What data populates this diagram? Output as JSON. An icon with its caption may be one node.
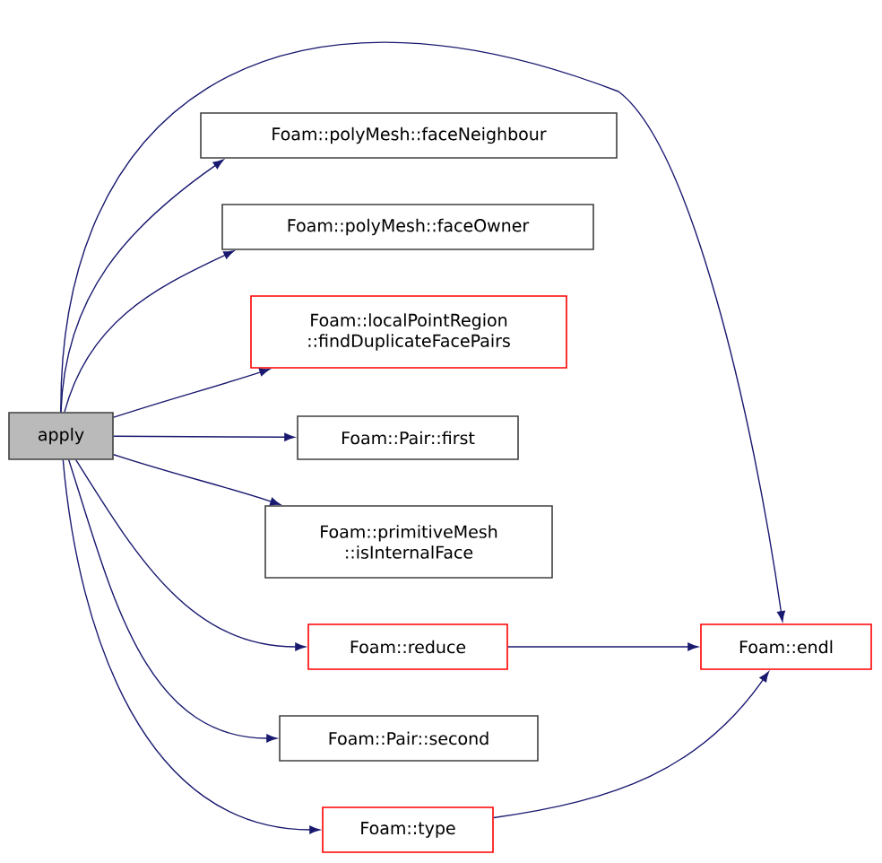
{
  "diagram": {
    "nodes": [
      {
        "text": [
          "apply"
        ]
      },
      {
        "text": [
          "Foam::polyMesh::faceNeighbour"
        ]
      },
      {
        "text": [
          "Foam::polyMesh::faceOwner"
        ]
      },
      {
        "text": [
          "Foam::localPointRegion ::findDuplicateFacePairs"
        ]
      },
      {
        "text": [
          "Foam::Pair::first"
        ]
      },
      {
        "text": [
          "Foam::primitiveMesh ::isInternalFace"
        ]
      },
      {
        "text": [
          "Foam::reduce"
        ]
      },
      {
        "text": [
          "Foam::Pair::second"
        ]
      },
      {
        "text": [
          "Foam::type"
        ]
      },
      {
        "text": [
          "Foam::endl"
        ]
      }
    ],
    "edges": [
      {
        "from": 0,
        "to": 1,
        "arrow": "to"
      },
      {
        "from": 0,
        "to": 2,
        "arrow": "to"
      },
      {
        "from": 0,
        "to": 3,
        "arrow": "to"
      },
      {
        "from": 0,
        "to": 4,
        "arrow": "to"
      },
      {
        "from": 0,
        "to": 5,
        "arrow": "to"
      },
      {
        "from": 0,
        "to": 6,
        "arrow": "to"
      },
      {
        "from": 0,
        "to": 7,
        "arrow": "to"
      },
      {
        "from": 0,
        "to": 8,
        "arrow": "to"
      },
      {
        "from": 0,
        "to": 9,
        "arrow": "to"
      },
      {
        "from": 6,
        "to": 9,
        "arrow": "to"
      },
      {
        "from": 8,
        "to": 9,
        "arrow": "to"
      }
    ]
  }
}
